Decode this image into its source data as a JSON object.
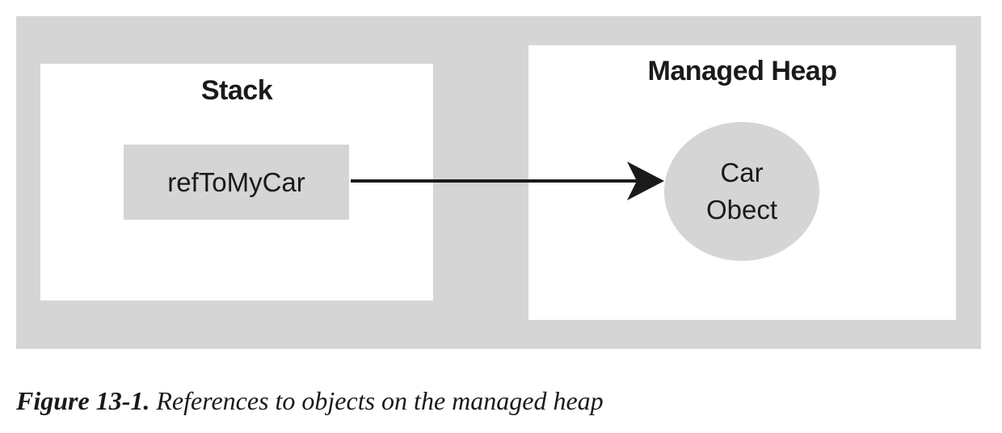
{
  "diagram": {
    "stack": {
      "title": "Stack",
      "ref_label": "refToMyCar"
    },
    "heap": {
      "title": "Managed Heap",
      "object_line1": "Car",
      "object_line2": "Obect"
    }
  },
  "caption": {
    "label": "Figure 13-1.",
    "text": "References to objects on the managed heap"
  },
  "colors": {
    "frame": "#d5d5d5",
    "panel": "#ffffff",
    "ink": "#1a1a1a"
  }
}
